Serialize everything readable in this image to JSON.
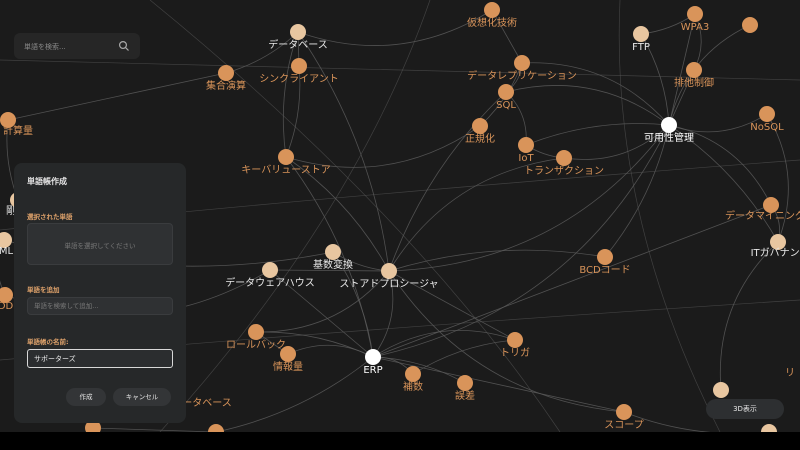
{
  "colors": {
    "background": "#1b1b1b",
    "node": "#d9945a",
    "node_light": "#e8c6a0",
    "node_highlight": "#ffffff",
    "label": "#d9945a",
    "label_highlight": "#ffffff",
    "edge": "#5a5a5a"
  },
  "search": {
    "placeholder": "単語を検索...",
    "icon": "search-icon"
  },
  "panel": {
    "title": "単語帳作成",
    "selected_label": "選択された単語",
    "selected_placeholder": "単語を選択してください",
    "add_label": "単語を追加",
    "add_placeholder": "単語を検索して追加...",
    "name_label": "単語帳の名前:",
    "name_value": "サポーターズ",
    "create_button": "作成",
    "cancel_button": "キャンセル"
  },
  "view_toggle": {
    "label": "3D表示"
  },
  "graph": {
    "nodes": [
      {
        "id": "n-virtual",
        "label": "仮想化技術",
        "style": "normal"
      },
      {
        "id": "n-wpa3",
        "label": "WPA3",
        "style": "normal"
      },
      {
        "id": "n-database",
        "label": "データベース",
        "style": "light"
      },
      {
        "id": "n-ftp",
        "label": "FTP",
        "style": "light"
      },
      {
        "id": "n-setops",
        "label": "集合演算",
        "style": "normal"
      },
      {
        "id": "n-client",
        "label": "シンクライアント",
        "style": "normal"
      },
      {
        "id": "n-replication",
        "label": "データレプリケーション",
        "style": "normal"
      },
      {
        "id": "n-exclusive",
        "label": "排他制御",
        "style": "normal"
      },
      {
        "id": "n-sql",
        "label": "SQL",
        "style": "normal"
      },
      {
        "id": "n-availability",
        "label": "可用性管理",
        "style": "highlight"
      },
      {
        "id": "n-nosql",
        "label": "NoSQL",
        "style": "normal"
      },
      {
        "id": "n-calc",
        "label": "計算量",
        "style": "normal"
      },
      {
        "id": "n-normalize",
        "label": "正規化",
        "style": "normal"
      },
      {
        "id": "n-iot",
        "label": "IoT",
        "style": "normal"
      },
      {
        "id": "n-transaction",
        "label": "トランザクション",
        "style": "normal"
      },
      {
        "id": "n-kvs",
        "label": "キーバリューストア",
        "style": "normal"
      },
      {
        "id": "n-datamining",
        "label": "データマイニング",
        "style": "normal"
      },
      {
        "id": "n-itgov",
        "label": "ITガバナンス",
        "style": "light"
      },
      {
        "id": "n-radix",
        "label": "基数変換",
        "style": "light"
      },
      {
        "id": "n-dwh",
        "label": "データウェアハウス",
        "style": "light"
      },
      {
        "id": "n-storedproc",
        "label": "ストアドプロシージャ",
        "style": "light"
      },
      {
        "id": "n-bcd",
        "label": "BCDコード",
        "style": "normal"
      },
      {
        "id": "n-rollback",
        "label": "ロールバック",
        "style": "normal"
      },
      {
        "id": "n-entropy",
        "label": "情報量",
        "style": "normal"
      },
      {
        "id": "n-trigger",
        "label": "トリガ",
        "style": "normal"
      },
      {
        "id": "n-erp",
        "label": "ERP",
        "style": "highlight"
      },
      {
        "id": "n-complement",
        "label": "補数",
        "style": "normal"
      },
      {
        "id": "n-error",
        "label": "誤差",
        "style": "normal"
      },
      {
        "id": "n-scope",
        "label": "スコープ",
        "style": "normal"
      },
      {
        "id": "n-database2",
        "label": "データベース",
        "style": "normal"
      },
      {
        "id": "n-rr",
        "label": "リ",
        "style": "none"
      },
      {
        "id": "n-ml",
        "label": "ML",
        "style": "light"
      },
      {
        "id": "n-di",
        "label": "剛",
        "style": "light"
      },
      {
        "id": "n-odd",
        "label": "DDI",
        "style": "normal"
      },
      {
        "id": "n-w1",
        "label": "",
        "style": "light"
      },
      {
        "id": "n-w2",
        "label": "",
        "style": "light"
      },
      {
        "id": "n-w3",
        "label": "",
        "style": "normal"
      },
      {
        "id": "n-w4",
        "label": "",
        "style": "normal"
      }
    ],
    "edges": [
      [
        "n-storedproc",
        "n-erp"
      ],
      [
        "n-storedproc",
        "n-radix"
      ],
      [
        "n-storedproc",
        "n-dwh"
      ],
      [
        "n-storedproc",
        "n-kvs"
      ],
      [
        "n-storedproc",
        "n-availability"
      ],
      [
        "n-storedproc",
        "n-transaction"
      ],
      [
        "n-storedproc",
        "n-bcd"
      ],
      [
        "n-storedproc",
        "n-trigger"
      ],
      [
        "n-storedproc",
        "n-database"
      ],
      [
        "n-storedproc",
        "n-scope"
      ],
      [
        "n-storedproc",
        "n-rollback"
      ],
      [
        "n-storedproc",
        "n-sql"
      ],
      [
        "n-erp",
        "n-dwh"
      ],
      [
        "n-erp",
        "n-radix"
      ],
      [
        "n-erp",
        "n-availability"
      ],
      [
        "n-erp",
        "n-complement"
      ],
      [
        "n-erp",
        "n-error"
      ],
      [
        "n-erp",
        "n-scope"
      ],
      [
        "n-erp",
        "n-rollback"
      ],
      [
        "n-erp",
        "n-entropy"
      ],
      [
        "n-erp",
        "n-trigger"
      ],
      [
        "n-erp",
        "n-database2"
      ],
      [
        "n-erp",
        "n-datamining"
      ],
      [
        "n-erp",
        "n-kvs"
      ],
      [
        "n-availability",
        "n-nosql"
      ],
      [
        "n-availability",
        "n-datamining"
      ],
      [
        "n-availability",
        "n-itgov"
      ],
      [
        "n-availability",
        "n-exclusive"
      ],
      [
        "n-availability",
        "n-ftp"
      ],
      [
        "n-availability",
        "n-replication"
      ],
      [
        "n-availability",
        "n-transaction"
      ],
      [
        "n-availability",
        "n-bcd"
      ],
      [
        "n-availability",
        "n-wpa3"
      ],
      [
        "n-availability",
        "n-iot"
      ],
      [
        "n-availability",
        "n-sql"
      ],
      [
        "n-availability",
        "n-w3"
      ],
      [
        "n-database",
        "n-setops"
      ],
      [
        "n-database",
        "n-client"
      ],
      [
        "n-database",
        "n-kvs"
      ],
      [
        "n-database",
        "n-virtual"
      ],
      [
        "n-replication",
        "n-sql"
      ],
      [
        "n-replication",
        "n-normalize"
      ],
      [
        "n-replication",
        "n-virtual"
      ],
      [
        "n-iot",
        "n-transaction"
      ],
      [
        "n-iot",
        "n-sql"
      ],
      [
        "n-normalize",
        "n-kvs"
      ],
      [
        "n-client",
        "n-kvs"
      ],
      [
        "n-setops",
        "n-calc"
      ],
      [
        "n-calc",
        "n-di"
      ],
      [
        "n-ml",
        "n-odd"
      ],
      [
        "n-dwh",
        "n-odd"
      ],
      [
        "n-radix",
        "n-ml"
      ],
      [
        "n-rollback",
        "n-entropy"
      ],
      [
        "n-trigger",
        "n-complement"
      ],
      [
        "n-itgov",
        "n-datamining"
      ],
      [
        "n-w1",
        "n-itgov"
      ],
      [
        "n-w2",
        "n-scope"
      ],
      [
        "n-w4",
        "n-database2"
      ],
      [
        "n-ftp",
        "n-wpa3"
      ],
      [
        "n-exclusive",
        "n-wpa3"
      ],
      [
        "n-nosql",
        "n-itgov"
      ]
    ]
  }
}
